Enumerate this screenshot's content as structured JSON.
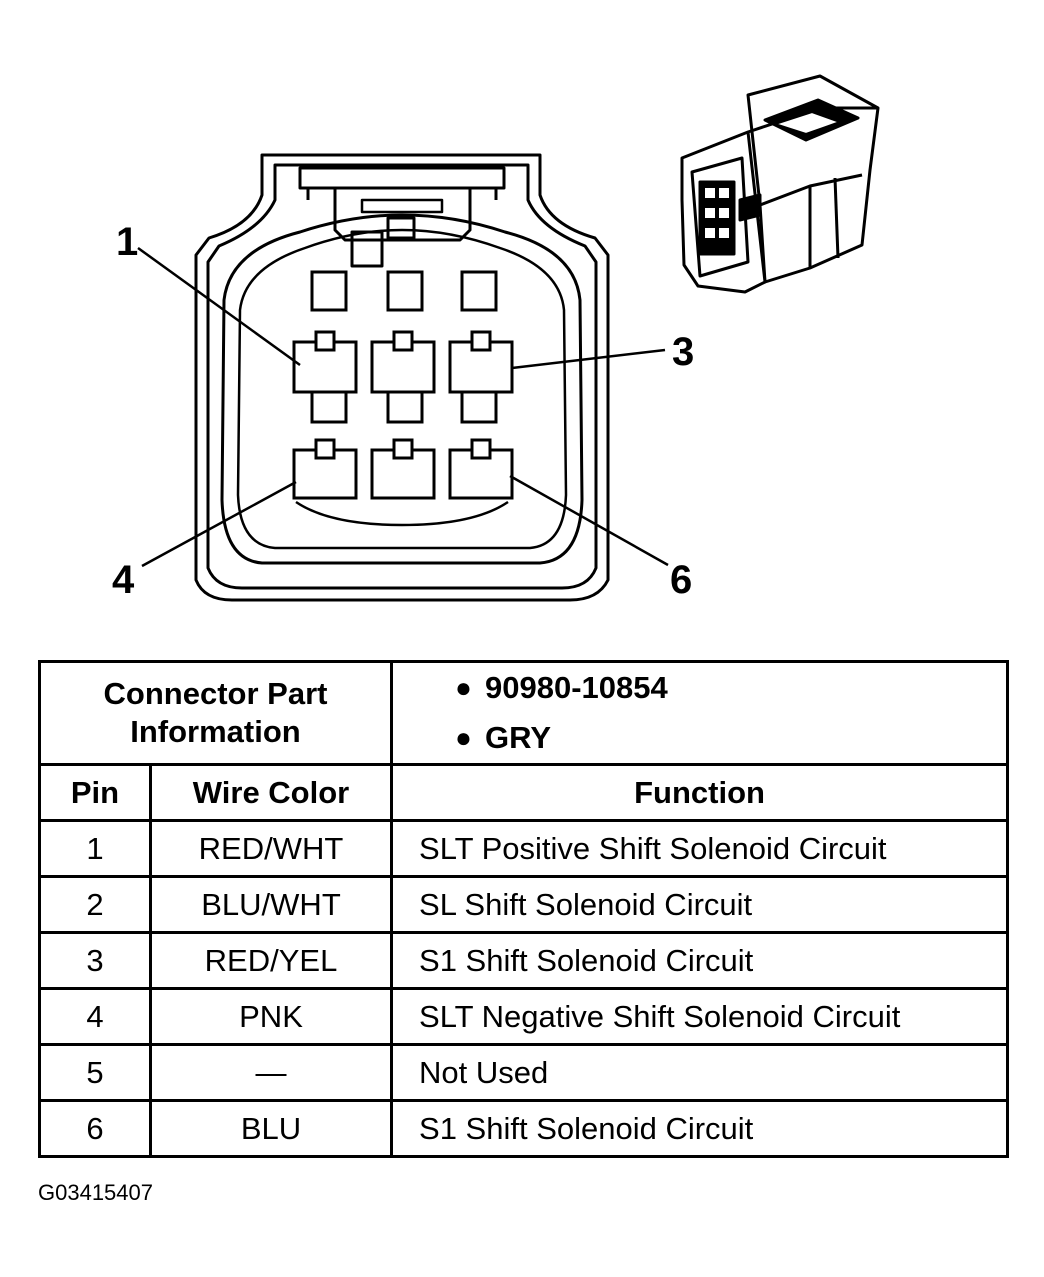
{
  "callouts": {
    "pin1": "1",
    "pin3": "3",
    "pin4": "4",
    "pin6": "6"
  },
  "connector_info": {
    "label": "Connector Part Information",
    "label_line1": "Connector Part",
    "label_line2": "Information",
    "items": [
      "90980-10854",
      "GRY"
    ]
  },
  "table": {
    "headers": {
      "pin": "Pin",
      "wire": "Wire Color",
      "function": "Function"
    },
    "rows": [
      {
        "pin": "1",
        "wire": "RED/WHT",
        "function": "SLT Positive Shift Solenoid Circuit"
      },
      {
        "pin": "2",
        "wire": "BLU/WHT",
        "function": "SL Shift Solenoid Circuit"
      },
      {
        "pin": "3",
        "wire": "RED/YEL",
        "function": "S1 Shift Solenoid Circuit"
      },
      {
        "pin": "4",
        "wire": "PNK",
        "function": "SLT Negative Shift Solenoid Circuit"
      },
      {
        "pin": "5",
        "wire": "—",
        "function": "Not Used"
      },
      {
        "pin": "6",
        "wire": "BLU",
        "function": "S1 Shift Solenoid Circuit"
      }
    ]
  },
  "figure_code": "G03415407"
}
